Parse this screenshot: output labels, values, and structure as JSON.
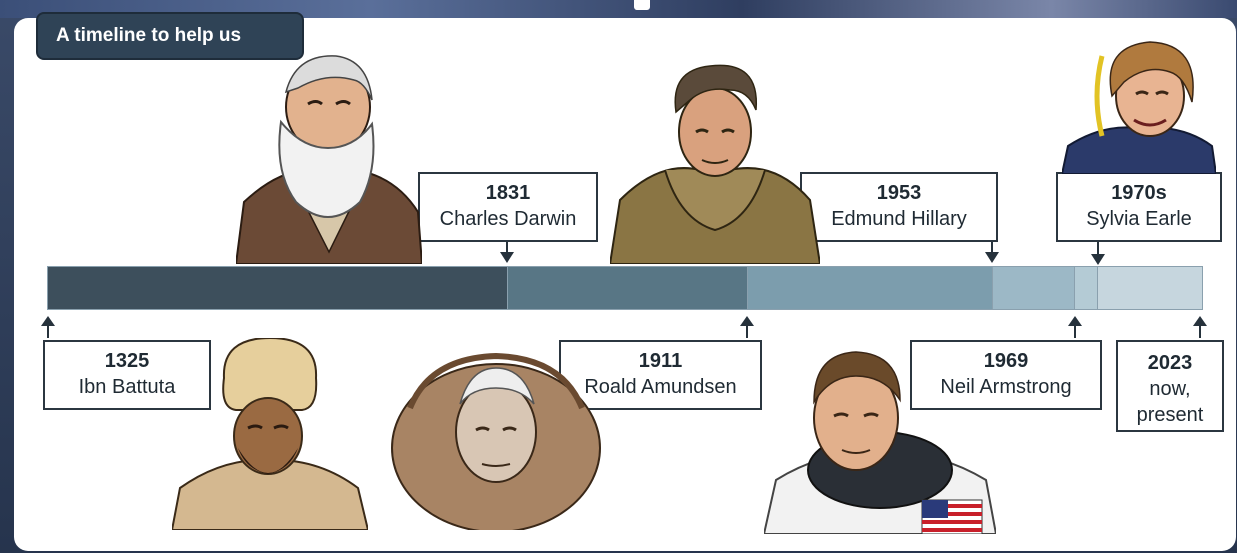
{
  "header": {
    "title": "A timeline to help us"
  },
  "timeline": {
    "events": [
      {
        "year": "1325",
        "name": "Ibn Battuta"
      },
      {
        "year": "1831",
        "name": "Charles Darwin"
      },
      {
        "year": "1911",
        "name": "Roald Amundsen"
      },
      {
        "year": "1953",
        "name": "Edmund Hillary"
      },
      {
        "year": "1969",
        "name": "Neil Armstrong"
      },
      {
        "year": "1970s",
        "name": "Sylvia Earle"
      },
      {
        "year": "2023",
        "name_line1": "now,",
        "name_line2": "present"
      }
    ],
    "segment_colors": [
      "#3d4f5c",
      "#587685",
      "#7c9dad",
      "#9cb8c6",
      "#b4cbd5",
      "#c6d6de"
    ]
  }
}
